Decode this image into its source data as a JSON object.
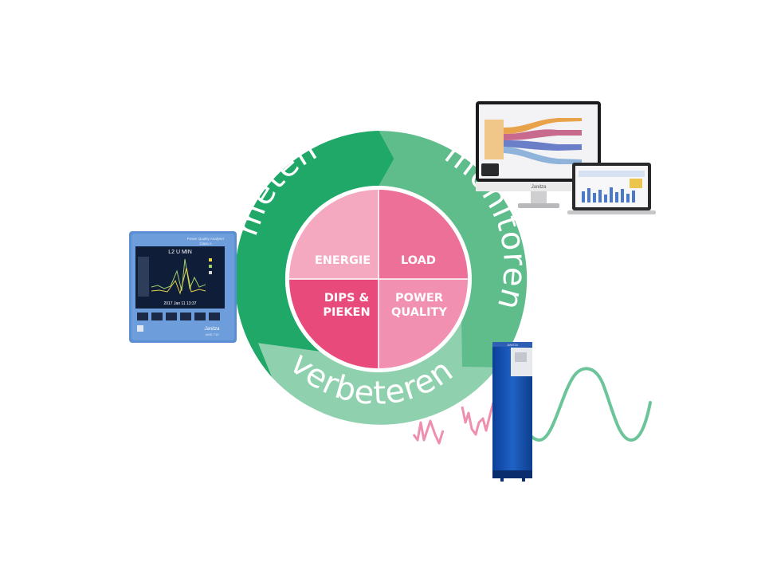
{
  "cycle": {
    "segments": [
      {
        "label": "meten",
        "color": "#20a868"
      },
      {
        "label": "monitoren",
        "color": "#5fbd8c"
      },
      {
        "label": "verbeteren",
        "color": "#8fd1ae"
      }
    ]
  },
  "quadrants": [
    {
      "line1": "ENERGIE",
      "line2": "",
      "color": "#f4a9c0"
    },
    {
      "line1": "LOAD",
      "line2": "",
      "color": "#ec7098"
    },
    {
      "line1": "DIPS &",
      "line2": "PIEKEN",
      "color": "#e94a7c"
    },
    {
      "line1": "POWER",
      "line2": "QUALITY",
      "color": "#f190b0"
    }
  ],
  "meter": {
    "screen_title": "L2 U MIN",
    "header_line1": "Power Quality Analyser",
    "header_line2": "Class A",
    "timestamp": "2017 Jan 11 13:37",
    "brand": "Janitza",
    "model": "UMD 710"
  },
  "monitor": {
    "brand": "Janitza"
  },
  "waves": {
    "pink": "#ef8fae",
    "green": "#6cc59a"
  }
}
